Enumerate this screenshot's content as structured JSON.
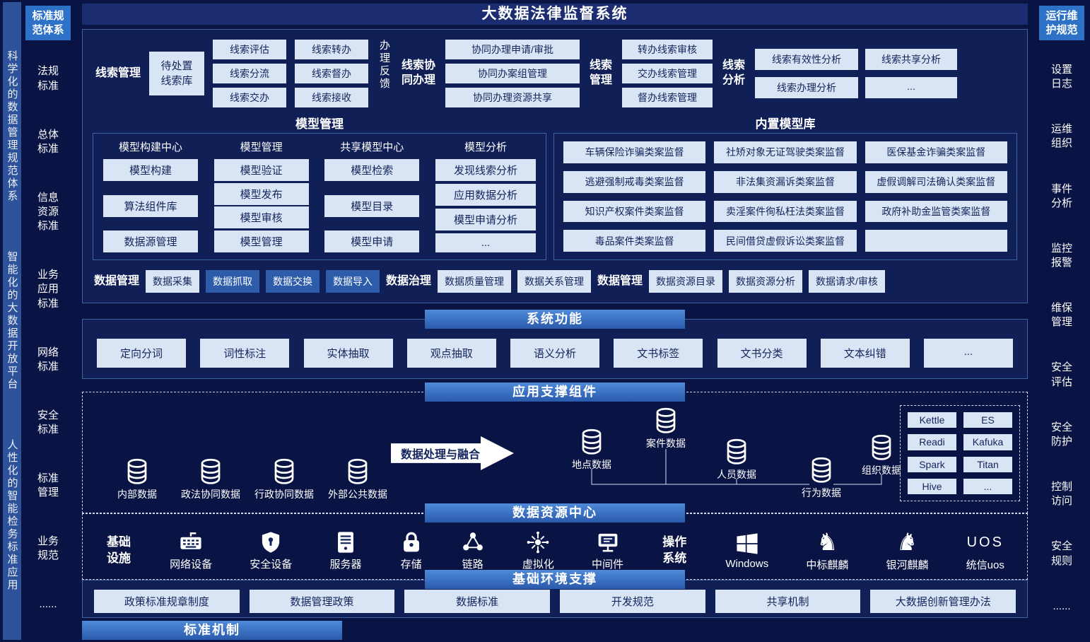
{
  "title": "大数据法律监督系统",
  "left_strip": {
    "lines": [
      "科学化的数据管理规范体系",
      "智能化的大数据开放平台",
      "人性化的智能检务标准应用"
    ]
  },
  "left_sidebar": {
    "header": "标准规范体系",
    "items": [
      "法规标准",
      "总体标准",
      "信息资源标准",
      "业务应用标准",
      "网络标准",
      "安全标准",
      "标准管理",
      "业务规范",
      "......"
    ]
  },
  "right_sidebar": {
    "header": "运行维护规范",
    "items": [
      "设置日志",
      "运维组织",
      "事件分析",
      "监控报警",
      "维保管理",
      "安全评估",
      "安全防护",
      "控制访问",
      "安全规则",
      "......"
    ]
  },
  "clue": {
    "manage_label": "线索管理",
    "pending_box": "待处置线索库",
    "col1": [
      "线索评估",
      "线索分流",
      "线索交办"
    ],
    "col2": [
      "线索转办",
      "线索督办",
      "线索接收"
    ],
    "feedback": "办理反馈",
    "collab_label": "线索协同办理",
    "collab_items": [
      "协同办理申请/审批",
      "协同办案组管理",
      "协同办理资源共享"
    ],
    "manage2_label": "线索管理",
    "manage2_items": [
      "转办线索审核",
      "交办线索管理",
      "督办线索管理"
    ],
    "analysis_label": "线索分析",
    "analysis_items": [
      "线索有效性分析",
      "线索共享分析",
      "线索办理分析",
      "..."
    ]
  },
  "model": {
    "title": "模型管理",
    "col1": {
      "header": "模型构建中心",
      "items": [
        "模型构建",
        "算法组件库",
        "数据源管理"
      ]
    },
    "col2": {
      "header": "模型管理",
      "items": [
        "模型验证",
        "模型发布",
        "模型审核",
        "模型管理"
      ]
    },
    "col3": {
      "header": "共享模型中心",
      "items": [
        "模型检索",
        "模型目录",
        "模型申请"
      ]
    },
    "col4": {
      "header": "模型分析",
      "items": [
        "发现线索分析",
        "应用数据分析",
        "模型申请分析",
        "..."
      ]
    }
  },
  "builtin": {
    "title": "内置模型库",
    "items": [
      "车辆保险诈骗类案监督",
      "社矫对象无证驾驶类案监督",
      "医保基金诈骗类案监督",
      "逃避强制戒毒类案监督",
      "非法集资漏诉类案监督",
      "虚假调解司法确认类案监督",
      "知识产权案件类案监督",
      "卖淫案件徇私枉法类案监督",
      "政府补助金监管类案监督",
      "毒品案件类案监督",
      "民间借贷虚假诉讼类案监督",
      ""
    ]
  },
  "data_row": {
    "label1": "数据管理",
    "collect": "数据采集",
    "blue_items": [
      "数据抓取",
      "数据交换",
      "数据导入"
    ],
    "label2": "数据治理",
    "govern_items": [
      "数据质量管理",
      "数据关系管理"
    ],
    "label3": "数据管理",
    "manage_items": [
      "数据资源目录",
      "数据资源分析",
      "数据请求/审核"
    ]
  },
  "sysfunc": {
    "title": "系统功能",
    "items": [
      "定向分词",
      "词性标注",
      "实体抽取",
      "观点抽取",
      "语义分析",
      "文书标签",
      "文书分类",
      "文本纠错",
      "..."
    ]
  },
  "app": {
    "title": "应用支撑组件",
    "sources": [
      "内部数据",
      "政法协同数据",
      "行政协同数据",
      "外部公共数据"
    ],
    "arrow": "数据处理与融合",
    "fused": [
      "案件数据",
      "地点数据",
      "人员数据",
      "行为数据",
      "组织数据"
    ],
    "tools": [
      "Kettle",
      "ES",
      "Readi",
      "Kafuka",
      "Spark",
      "Titan",
      "Hive",
      "..."
    ]
  },
  "center_bar": "数据资源中心",
  "infra": {
    "label1": "基础设施",
    "devices": [
      "网络设备",
      "安全设备",
      "服务器",
      "存储",
      "链路",
      "虚拟化",
      "中间件"
    ],
    "label2": "操作系统",
    "os": [
      "Windows",
      "中标麒麟",
      "银河麒麟",
      "统信uos"
    ],
    "uos_text": "UOS"
  },
  "infra_bar": "基础环境支撑",
  "policies": [
    "政策标准规章制度",
    "数据管理政策",
    "数据标准",
    "开发规范",
    "共享机制",
    "大数据创新管理办法"
  ],
  "bottom_bar": "标准机制"
}
